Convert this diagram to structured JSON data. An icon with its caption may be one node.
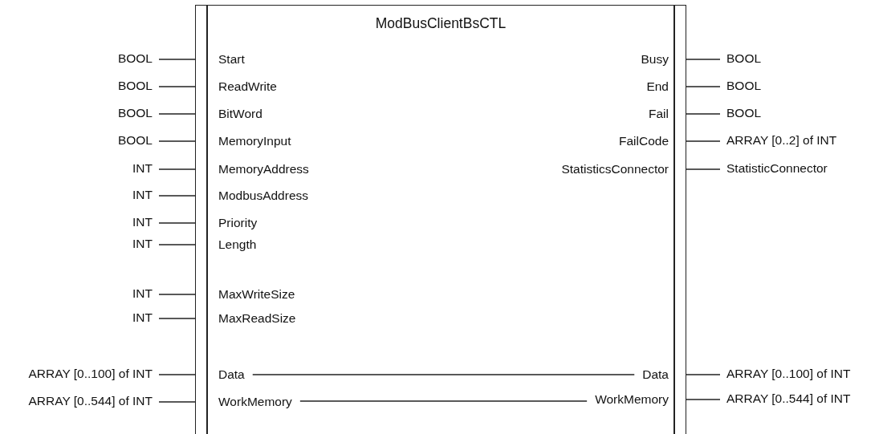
{
  "diagram": {
    "nodes": [
      {
        "text": [
          "ModBusClientBsCTL"
        ]
      },
      {
        "text": [
          "Start"
        ],
        "in": 0
      },
      {
        "text": [
          "ReadWrite"
        ],
        "in": 0
      },
      {
        "text": [
          "BitWord"
        ],
        "in": 0
      },
      {
        "text": [
          "MemoryInput"
        ],
        "in": 0
      },
      {
        "text": [
          "MemoryAddress"
        ],
        "in": 0
      },
      {
        "text": [
          "ModbusAddress"
        ],
        "in": 0
      },
      {
        "text": [
          "Priority"
        ],
        "in": 0
      },
      {
        "text": [
          "Length"
        ],
        "in": 0
      },
      {
        "text": [
          "MaxWriteSize"
        ],
        "in": 0
      },
      {
        "text": [
          "MaxReadSize"
        ],
        "in": 0
      },
      {
        "text": [
          "Data"
        ],
        "in": 0
      },
      {
        "text": [
          "WorkMemory"
        ],
        "in": 0
      },
      {
        "text": [
          "Busy"
        ],
        "in": 0
      },
      {
        "text": [
          "End"
        ],
        "in": 0
      },
      {
        "text": [
          "Fail"
        ],
        "in": 0
      },
      {
        "text": [
          "FailCode"
        ],
        "in": 0
      },
      {
        "text": [
          "StatisticsConnector"
        ],
        "in": 0
      },
      {
        "text": [
          "Data"
        ],
        "in": 0
      },
      {
        "text": [
          "WorkMemory"
        ],
        "in": 0
      },
      {
        "text": [
          "BOOL"
        ]
      },
      {
        "text": [
          "BOOL"
        ]
      },
      {
        "text": [
          "BOOL"
        ]
      },
      {
        "text": [
          "BOOL"
        ]
      },
      {
        "text": [
          "INT"
        ]
      },
      {
        "text": [
          "INT"
        ]
      },
      {
        "text": [
          "INT"
        ]
      },
      {
        "text": [
          "INT"
        ]
      },
      {
        "text": [
          "INT"
        ]
      },
      {
        "text": [
          "INT"
        ]
      },
      {
        "text": [
          "ARRAY [0..100] of INT"
        ]
      },
      {
        "text": [
          "ARRAY [0..544] of INT"
        ]
      },
      {
        "text": [
          "BOOL"
        ]
      },
      {
        "text": [
          "BOOL"
        ]
      },
      {
        "text": [
          "BOOL"
        ]
      },
      {
        "text": [
          "ARRAY [0..2] of INT"
        ]
      },
      {
        "text": [
          "StatisticConnector"
        ]
      },
      {
        "text": [
          "ARRAY [0..100] of INT"
        ]
      },
      {
        "text": [
          "ARRAY [0..544] of INT"
        ]
      }
    ],
    "edges": [
      {
        "from": 20,
        "to": 1,
        "arrow": "none"
      },
      {
        "from": 21,
        "to": 2,
        "arrow": "none"
      },
      {
        "from": 22,
        "to": 3,
        "arrow": "none"
      },
      {
        "from": 23,
        "to": 4,
        "arrow": "none"
      },
      {
        "from": 24,
        "to": 5,
        "arrow": "none"
      },
      {
        "from": 25,
        "to": 6,
        "arrow": "none"
      },
      {
        "from": 26,
        "to": 7,
        "arrow": "none"
      },
      {
        "from": 27,
        "to": 8,
        "arrow": "none"
      },
      {
        "from": 28,
        "to": 9,
        "arrow": "none"
      },
      {
        "from": 29,
        "to": 10,
        "arrow": "none"
      },
      {
        "from": 30,
        "to": 11,
        "arrow": "none"
      },
      {
        "from": 31,
        "to": 12,
        "arrow": "none"
      },
      {
        "from": 13,
        "to": 32,
        "arrow": "none"
      },
      {
        "from": 14,
        "to": 33,
        "arrow": "none"
      },
      {
        "from": 15,
        "to": 34,
        "arrow": "none"
      },
      {
        "from": 16,
        "to": 35,
        "arrow": "none"
      },
      {
        "from": 17,
        "to": 36,
        "arrow": "none"
      },
      {
        "from": 18,
        "to": 37,
        "arrow": "none"
      },
      {
        "from": 19,
        "to": 38,
        "arrow": "none"
      },
      {
        "from": 11,
        "to": 18,
        "arrow": "none"
      },
      {
        "from": 12,
        "to": 19,
        "arrow": "none"
      }
    ]
  }
}
